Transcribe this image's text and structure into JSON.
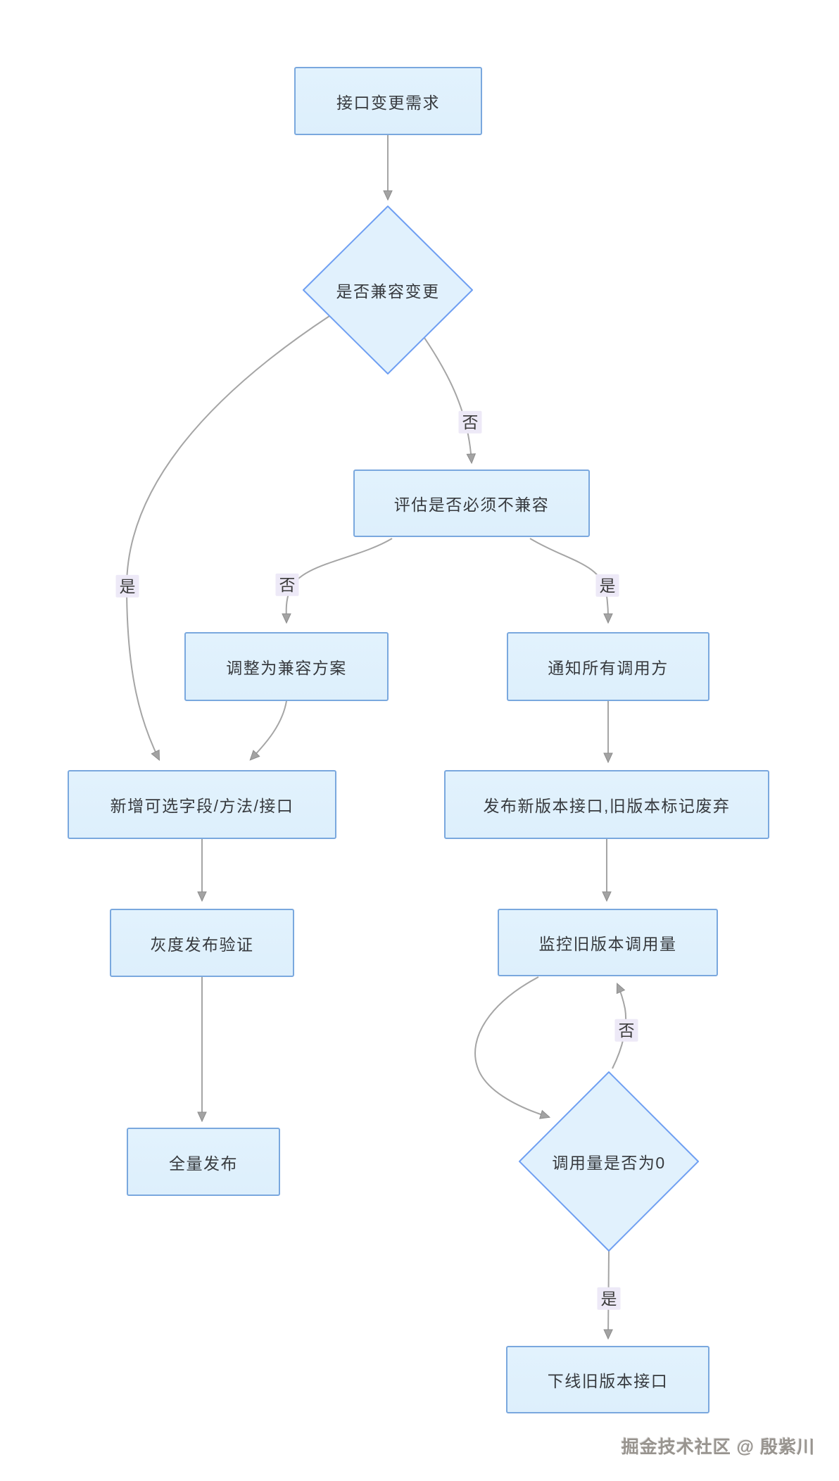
{
  "diagram": {
    "type": "flowchart",
    "watermark": "掘金技术社区 @ 殷紫川"
  },
  "colors": {
    "node_fill": "#dff0fd",
    "node_border": "#7aa8de",
    "diamond_border": "#6f9ff2",
    "edge_line": "#a5a5a5",
    "arrow_fill": "#9e9e9e",
    "edge_label_bg": "#ede9f7",
    "node_text": "#36393d",
    "watermark_text": "#98948f",
    "background": "#ffffff"
  },
  "nodes": {
    "start": {
      "label": "接口变更需求",
      "type": "process"
    },
    "decision_compat": {
      "label": "是否兼容变更",
      "type": "decision"
    },
    "evaluate": {
      "label": "评估是否必须不兼容",
      "type": "process"
    },
    "adjust": {
      "label": "调整为兼容方案",
      "type": "process"
    },
    "notify": {
      "label": "通知所有调用方",
      "type": "process"
    },
    "add_optional": {
      "label": "新增可选字段/方法/接口",
      "type": "process"
    },
    "release_new": {
      "label": "发布新版本接口,旧版本标记废弃",
      "type": "process"
    },
    "gray_release": {
      "label": "灰度发布验证",
      "type": "process"
    },
    "monitor": {
      "label": "监控旧版本调用量",
      "type": "process"
    },
    "full_release": {
      "label": "全量发布",
      "type": "process"
    },
    "decision_zero": {
      "label": "调用量是否为0",
      "type": "decision"
    },
    "offline_old": {
      "label": "下线旧版本接口",
      "type": "process"
    }
  },
  "edges": {
    "start_to_decision": {
      "from": "start",
      "to": "decision_compat",
      "label": ""
    },
    "compat_no": {
      "from": "decision_compat",
      "to": "evaluate",
      "label": "否"
    },
    "compat_yes": {
      "from": "decision_compat",
      "to": "add_optional",
      "label": "是"
    },
    "evaluate_no": {
      "from": "evaluate",
      "to": "adjust",
      "label": "否"
    },
    "evaluate_yes": {
      "from": "evaluate",
      "to": "notify",
      "label": "是"
    },
    "adjust_to_add": {
      "from": "adjust",
      "to": "add_optional",
      "label": ""
    },
    "notify_to_release": {
      "from": "notify",
      "to": "release_new",
      "label": ""
    },
    "add_to_gray": {
      "from": "add_optional",
      "to": "gray_release",
      "label": ""
    },
    "release_to_monitor": {
      "from": "release_new",
      "to": "monitor",
      "label": ""
    },
    "gray_to_full": {
      "from": "gray_release",
      "to": "full_release",
      "label": ""
    },
    "monitor_to_zero": {
      "from": "monitor",
      "to": "decision_zero",
      "label": ""
    },
    "zero_no": {
      "from": "decision_zero",
      "to": "monitor",
      "label": "否"
    },
    "zero_yes": {
      "from": "decision_zero",
      "to": "offline_old",
      "label": "是"
    }
  }
}
